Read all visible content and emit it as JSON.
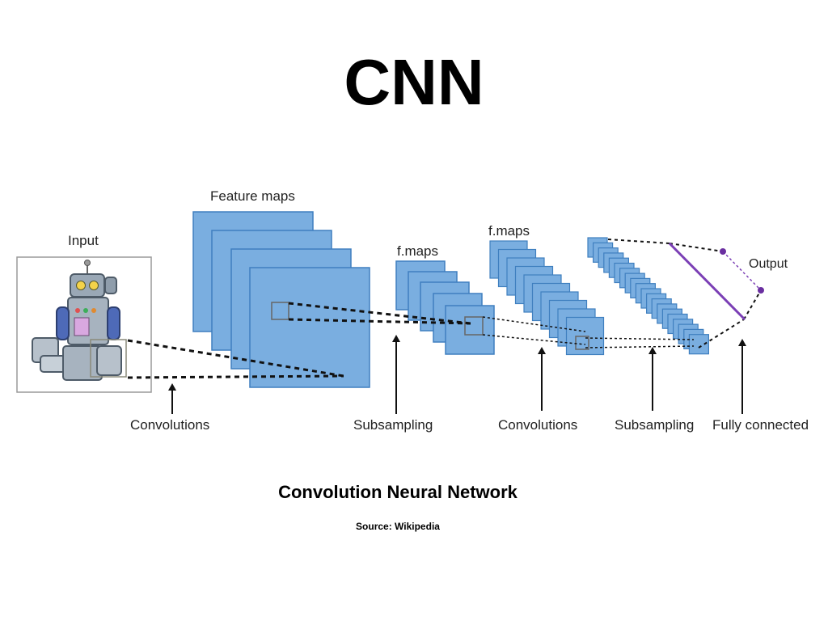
{
  "title": "CNN",
  "subtitle": "Convolution Neural Network",
  "source": "Source: Wikipedia",
  "diagram": {
    "labels": {
      "input": "Input",
      "feature_maps": "Feature maps",
      "f_maps_1": "f.maps",
      "f_maps_2": "f.maps",
      "output": "Output"
    },
    "stages": [
      "Convolutions",
      "Subsampling",
      "Convolutions",
      "Subsampling",
      "Fully connected"
    ]
  },
  "colors": {
    "map_fill": "#7aaee0",
    "map_stroke": "#3f7fbf",
    "output_line": "#7b3fb5",
    "output_node": "#6a2fa0"
  }
}
